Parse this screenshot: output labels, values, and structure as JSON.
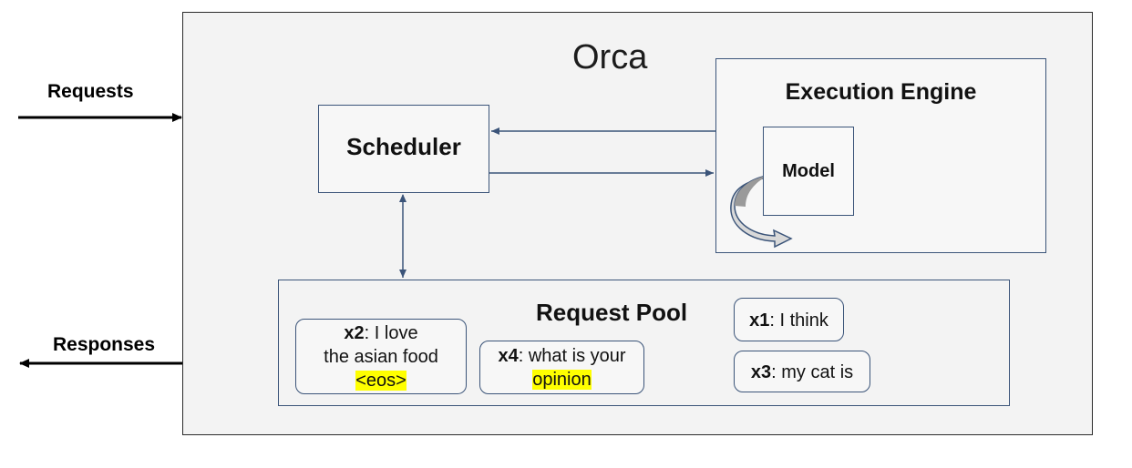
{
  "labels": {
    "requests": "Requests",
    "responses": "Responses",
    "orca": "Orca",
    "scheduler": "Scheduler",
    "execution_engine": "Execution Engine",
    "model": "Model",
    "request_pool": "Request Pool"
  },
  "pool_requests": [
    {
      "id": "x2",
      "sep": ": ",
      "line1": "I love",
      "line2": "the asian food",
      "token": "<eos>"
    },
    {
      "id": "x4",
      "sep": ": ",
      "line1": "what is your",
      "token": "opinion"
    },
    {
      "id": "x1",
      "sep": ": ",
      "line1": "I think"
    },
    {
      "id": "x3",
      "sep": ": ",
      "line1": "my cat is"
    }
  ],
  "colors": {
    "box_border": "#3b5479",
    "highlight": "#ffff00",
    "background": "#f3f3f3"
  }
}
